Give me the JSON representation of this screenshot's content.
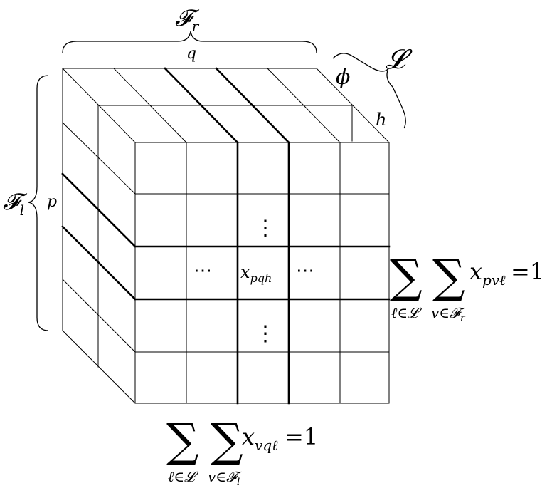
{
  "labels": {
    "Fr": "𝓕",
    "Fr_sub": "r",
    "q": "q",
    "L": "𝓛",
    "phi": "ϕ",
    "h": "h",
    "Fl": "𝓕",
    "Fl_sub": "l",
    "p": "p",
    "center": "x",
    "center_sub": "pqh",
    "dots_h": "⋯",
    "dots_v": "⋮"
  },
  "right_sum": {
    "sigma": "∑",
    "sub1": "ℓ∈𝓛",
    "sub2": "v∈𝓕",
    "sub2_sub": "r",
    "term": "x",
    "term_sub": "pvℓ",
    "rhs": "=1"
  },
  "bottom_sum": {
    "sigma": "∑",
    "sub1": "ℓ∈𝓛",
    "sub2": "v∈𝓕",
    "sub2_sub": "l",
    "term": "x",
    "term_sub": "vqℓ",
    "rhs": "=1"
  }
}
